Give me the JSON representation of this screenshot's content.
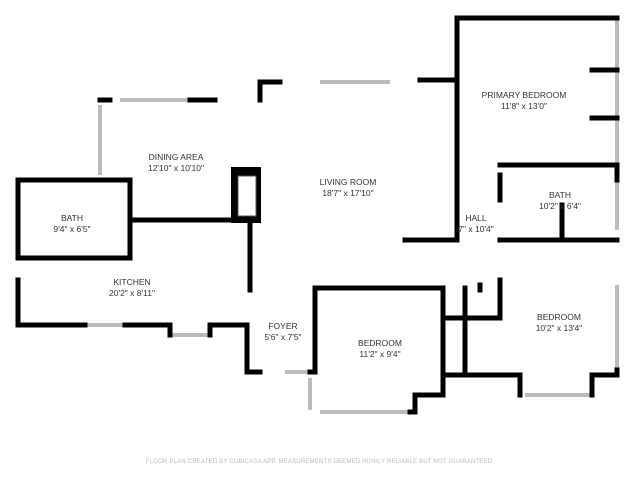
{
  "rooms": [
    {
      "name": "PRIMARY BEDROOM",
      "size": "11'8\" x 13'0\""
    },
    {
      "name": "DINING AREA",
      "size": "12'10\" x 10'10\""
    },
    {
      "name": "LIVING ROOM",
      "size": "18'7\" x 17'10\""
    },
    {
      "name": "BATH",
      "size": "10'2\" x 6'4\""
    },
    {
      "name": "HALL",
      "size": "7\" x 10'4\""
    },
    {
      "name": "BATH",
      "size": "9'4\" x 6'5\""
    },
    {
      "name": "KITCHEN",
      "size": "20'2\" x 8'11\""
    },
    {
      "name": "FOYER",
      "size": "5'6\" x 7'5\""
    },
    {
      "name": "BEDROOM",
      "size": "11'2\" x 9'4\""
    },
    {
      "name": "BEDROOM",
      "size": "10'2\" x 13'4\""
    }
  ],
  "footer": "FLOOR PLAN CREATED BY CUBICASA APP. MEASUREMENTS DEEMED HIGHLY RELIABLE BUT NOT GUARANTEED.",
  "colors": {
    "wall": "#000000",
    "window": "#bbbbbb"
  }
}
